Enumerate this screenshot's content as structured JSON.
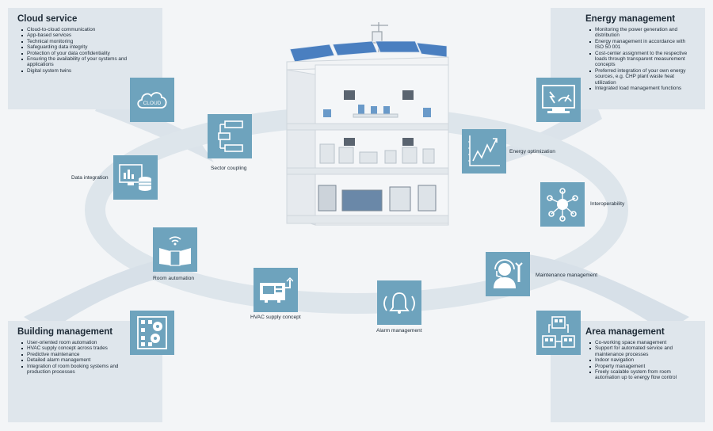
{
  "cloud_service": {
    "title": "Cloud service",
    "items": [
      "Cloud-to-cloud communication",
      "App-based services",
      "Technical monitoring",
      "Safeguarding data integrity",
      "Protection of your data confidentiality",
      "Ensuring the availability of your systems and applications",
      "Digital system twins"
    ]
  },
  "energy_management": {
    "title": "Energy management",
    "items": [
      "Monitoring the power generation and distribution",
      "Energy management in accordance with ISO 50 001",
      "Cost-center assignment to the respective loads through transparent measurement concepts",
      "Preferred integration of your own energy sources, e.g. CHP plant waste heat utilization",
      "Integrated load management functions"
    ]
  },
  "building_management": {
    "title": "Building management",
    "items": [
      "User-oriented room automation",
      "HVAC supply concept across trades",
      "Predictive maintenance",
      "Detailed alarm management",
      "Integration of room booking systems and production processes"
    ]
  },
  "area_management": {
    "title": "Area management",
    "items": [
      "Co-working space management",
      "Support for automated service and maintenance processes",
      "Indoor navigation",
      "Property management",
      "Freely scalable system from room automation up to energy flow control"
    ]
  },
  "labels": {
    "cloud_icon_text": "CLOUD",
    "data_integration": "Data integration",
    "sector_coupling": "Sector coupling",
    "room_automation": "Room automation",
    "hvac_supply_concept": "HVAC supply concept",
    "alarm_management": "Alarm management",
    "maintenance_management": "Maintenance management",
    "interoperability": "Interoperability",
    "energy_optimization": "Energy optimization"
  },
  "colors": {
    "tile": "#6ea3bd",
    "panel": "#dfe6ec",
    "ring": "#dde5eb",
    "background": "#f3f5f7"
  }
}
